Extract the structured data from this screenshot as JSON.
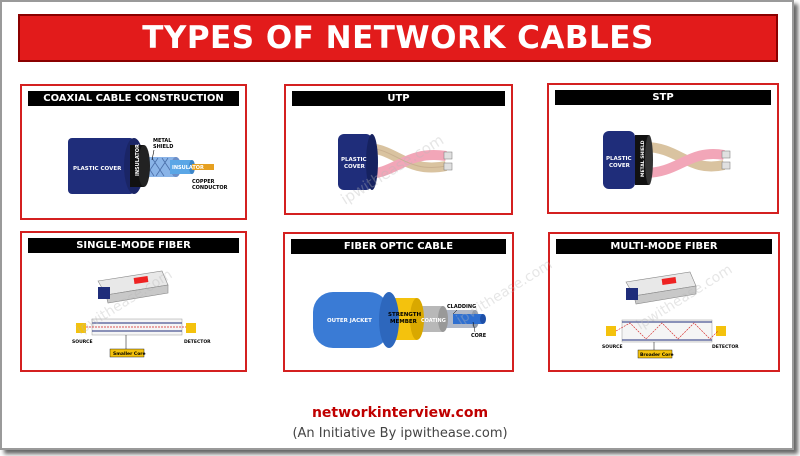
{
  "banner": {
    "title": "TYPES OF NETWORK CABLES"
  },
  "colors": {
    "banner_red": "#e21b1b",
    "panel_border": "#d42020",
    "cable_blue": "#1f2d7a",
    "fiber_outer": "#3a7bd5",
    "strength_yellow": "#f4c20d",
    "copper": "#e6a020"
  },
  "panels": {
    "coax": {
      "title": "COAXIAL CABLE CONSTRUCTION",
      "labels": {
        "plastic_cover": "PLASTIC COVER",
        "insulator_outer": "INSULATOR",
        "metal_shield_1": "METAL",
        "metal_shield_2": "SHIELD",
        "insulator_inner": "INSULATOR",
        "copper_1": "COPPER",
        "copper_2": "CONDUCTOR"
      }
    },
    "utp": {
      "title": "UTP",
      "labels": {
        "plastic_1": "PLASTIC",
        "plastic_2": "COVER"
      }
    },
    "stp": {
      "title": "STP",
      "labels": {
        "plastic_1": "PLASTIC",
        "plastic_2": "COVER",
        "metal_shield": "METAL SHIELD"
      }
    },
    "smf": {
      "title": "SINGLE-MODE FIBER",
      "labels": {
        "source": "SOURCE",
        "detector": "DETECTOR",
        "core_note": "Smaller Core"
      }
    },
    "fiber": {
      "title": "FIBER OPTIC CABLE",
      "labels": {
        "outer_jacket": "OUTER JACKET",
        "strength_1": "STRENGTH",
        "strength_2": "MEMBER",
        "coating": "COATING",
        "cladding": "CLADDING",
        "core": "CORE"
      }
    },
    "mmf": {
      "title": "MULTI-MODE FIBER",
      "labels": {
        "source": "SOURCE",
        "detector": "DETECTOR",
        "core_note": "Broader Core"
      }
    }
  },
  "watermark": "ipwithease.com",
  "footer": {
    "site": "networkinterview.com",
    "initiative": "(An Initiative By ipwithease.com)"
  }
}
